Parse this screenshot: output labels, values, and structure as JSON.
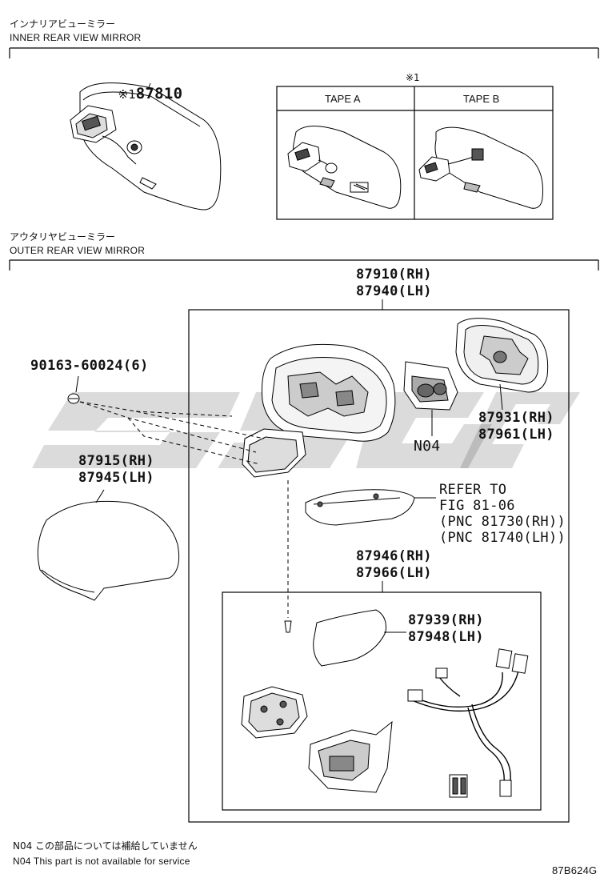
{
  "inner": {
    "title_jp": "インナリアビューミラー",
    "title_en": "INNER REAR VIEW MIRROR",
    "part_mark": "※1",
    "part_no": "87810",
    "tape_mark": "※1",
    "tape_a": "TAPE A",
    "tape_b": "TAPE B"
  },
  "outer": {
    "title_jp": "アウタリヤビューミラー",
    "title_en": "OUTER REAR VIEW MIRROR",
    "assy_rh": "87910(RH)",
    "assy_lh": "87940(LH)",
    "screw": "90163-60024(6)",
    "cover_rh": "87915(RH)",
    "cover_lh": "87945(LH)",
    "glass_rh": "87931(RH)",
    "glass_lh": "87961(LH)",
    "n04": "N04",
    "refer_1": "REFER TO",
    "refer_2": "FIG 81-06",
    "refer_3": "(PNC 81730(RH))",
    "refer_4": "(PNC 81740(LH))",
    "sub_rh": "87946(RH)",
    "sub_lh": "87966(LH)",
    "lamp_rh": "87939(RH)",
    "lamp_lh": "87948(LH)"
  },
  "notes": {
    "jp": "N04 この部品については補給していません",
    "en": "N04 This part is not available for service"
  },
  "figure_code": "87B624G",
  "watermark_icon": "brand-watermark-logo"
}
